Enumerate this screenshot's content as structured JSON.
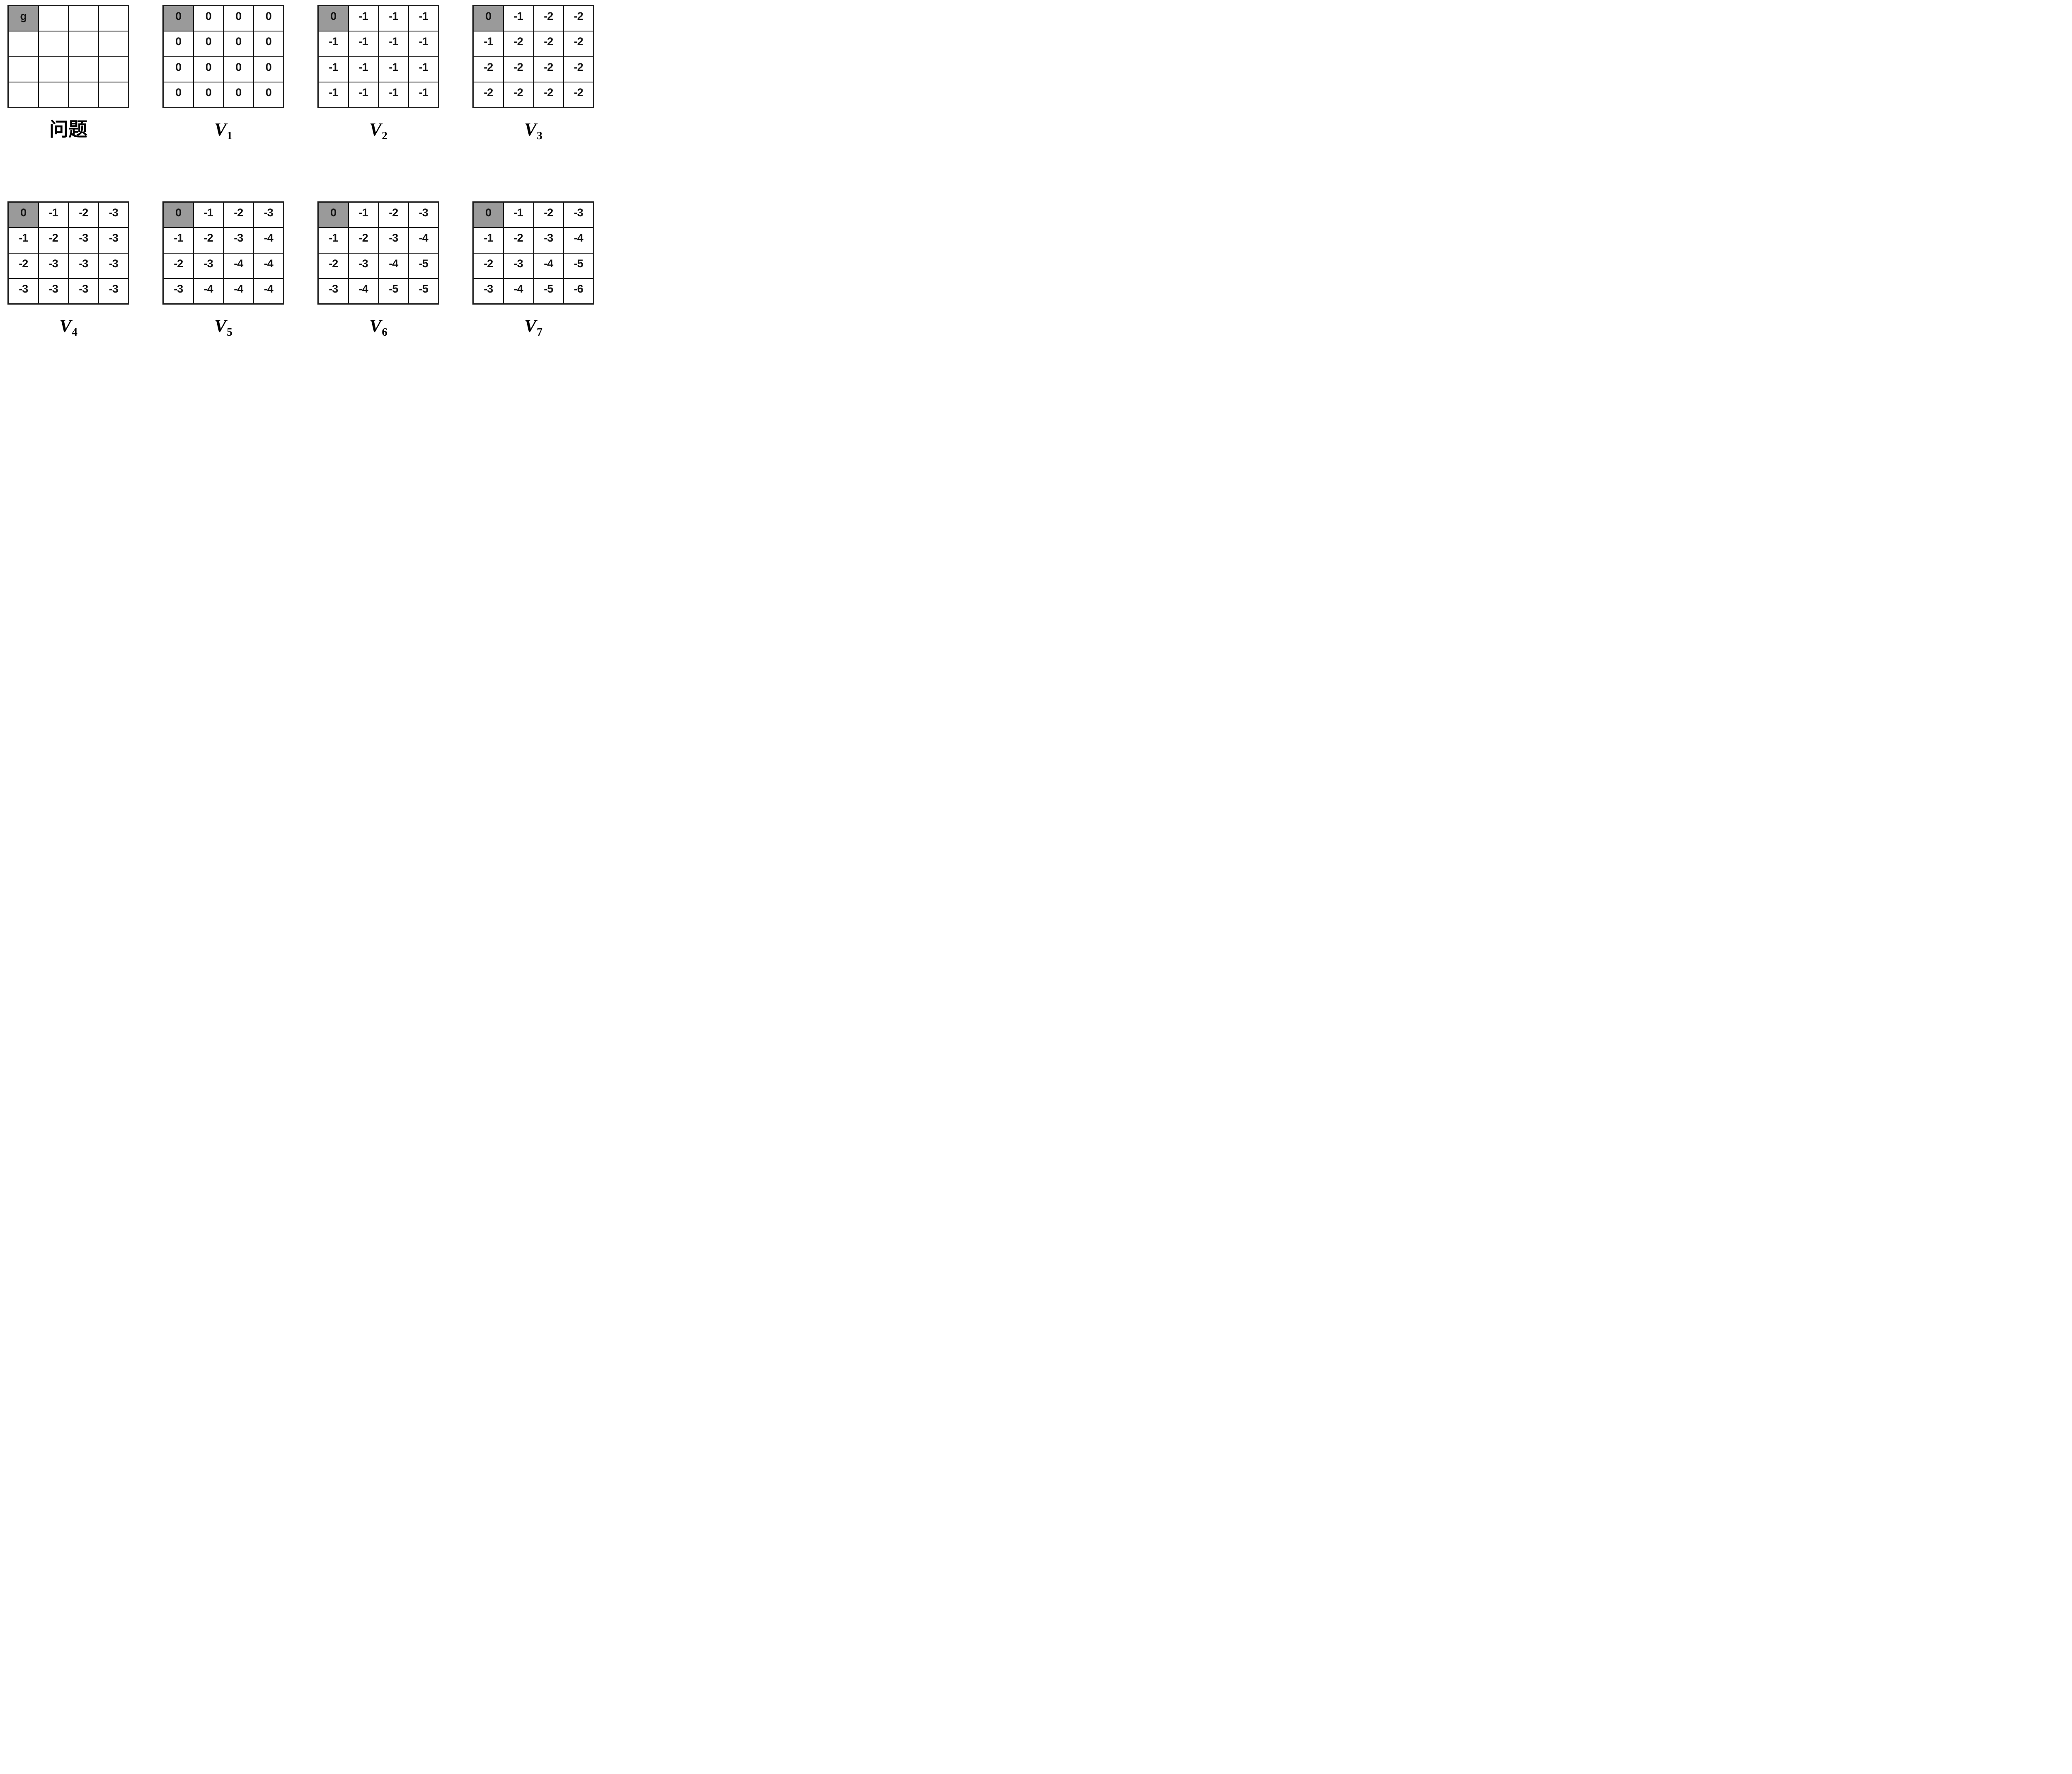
{
  "figure": {
    "description_tag": "value-iteration-gridworld",
    "grid_rows": 4,
    "grid_cols": 4,
    "goal_cell": {
      "row": 0,
      "col": 0
    }
  },
  "colors": {
    "goal_fill": "#9a9a9a",
    "grid_line": "#1a1a1a",
    "cell_fill": "#ffffff",
    "text": "#111111"
  },
  "layout": {
    "rows": [
      [
        0,
        1,
        2,
        3
      ],
      [
        4,
        5,
        6,
        7
      ]
    ]
  },
  "panels": [
    {
      "id": "problem",
      "label": "问题",
      "cells": [
        [
          "g",
          "",
          "",
          ""
        ],
        [
          "",
          "",
          "",
          ""
        ],
        [
          "",
          "",
          "",
          ""
        ],
        [
          "",
          "",
          "",
          ""
        ]
      ]
    },
    {
      "id": "v1",
      "label_base": "V",
      "label_sub": "1",
      "cells": [
        [
          "0",
          "0",
          "0",
          "0"
        ],
        [
          "0",
          "0",
          "0",
          "0"
        ],
        [
          "0",
          "0",
          "0",
          "0"
        ],
        [
          "0",
          "0",
          "0",
          "0"
        ]
      ]
    },
    {
      "id": "v2",
      "label_base": "V",
      "label_sub": "2",
      "cells": [
        [
          "0",
          "-1",
          "-1",
          "-1"
        ],
        [
          "-1",
          "-1",
          "-1",
          "-1"
        ],
        [
          "-1",
          "-1",
          "-1",
          "-1"
        ],
        [
          "-1",
          "-1",
          "-1",
          "-1"
        ]
      ]
    },
    {
      "id": "v3",
      "label_base": "V",
      "label_sub": "3",
      "cells": [
        [
          "0",
          "-1",
          "-2",
          "-2"
        ],
        [
          "-1",
          "-2",
          "-2",
          "-2"
        ],
        [
          "-2",
          "-2",
          "-2",
          "-2"
        ],
        [
          "-2",
          "-2",
          "-2",
          "-2"
        ]
      ]
    },
    {
      "id": "v4",
      "label_base": "V",
      "label_sub": "4",
      "cells": [
        [
          "0",
          "-1",
          "-2",
          "-3"
        ],
        [
          "-1",
          "-2",
          "-3",
          "-3"
        ],
        [
          "-2",
          "-3",
          "-3",
          "-3"
        ],
        [
          "-3",
          "-3",
          "-3",
          "-3"
        ]
      ]
    },
    {
      "id": "v5",
      "label_base": "V",
      "label_sub": "5",
      "cells": [
        [
          "0",
          "-1",
          "-2",
          "-3"
        ],
        [
          "-1",
          "-2",
          "-3",
          "-4"
        ],
        [
          "-2",
          "-3",
          "-4",
          "-4"
        ],
        [
          "-3",
          "-4",
          "-4",
          "-4"
        ]
      ]
    },
    {
      "id": "v6",
      "label_base": "V",
      "label_sub": "6",
      "cells": [
        [
          "0",
          "-1",
          "-2",
          "-3"
        ],
        [
          "-1",
          "-2",
          "-3",
          "-4"
        ],
        [
          "-2",
          "-3",
          "-4",
          "-5"
        ],
        [
          "-3",
          "-4",
          "-5",
          "-5"
        ]
      ]
    },
    {
      "id": "v7",
      "label_base": "V",
      "label_sub": "7",
      "cells": [
        [
          "0",
          "-1",
          "-2",
          "-3"
        ],
        [
          "-1",
          "-2",
          "-3",
          "-4"
        ],
        [
          "-2",
          "-3",
          "-4",
          "-5"
        ],
        [
          "-3",
          "-4",
          "-5",
          "-6"
        ]
      ]
    }
  ]
}
